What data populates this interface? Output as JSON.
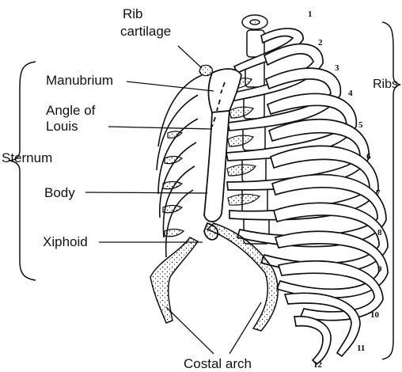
{
  "labels": {
    "rib_cartilage_line1": "Rib",
    "rib_cartilage_line2": "cartilage",
    "manubrium": "Manubrium",
    "angle_line1": "Angle of",
    "angle_line2": "Louis",
    "sternum": "Sternum",
    "body": "Body",
    "xiphoid": "Xiphoid",
    "ribs": "Ribs",
    "costal_arch": "Costal arch"
  },
  "rib_numbers": [
    "1",
    "2",
    "3",
    "4",
    "5",
    "6",
    "7",
    "8",
    "9",
    "10",
    "11",
    "12"
  ],
  "colors": {
    "ink": "#111111",
    "bone": "#ffffff",
    "background": "#ffffff"
  }
}
